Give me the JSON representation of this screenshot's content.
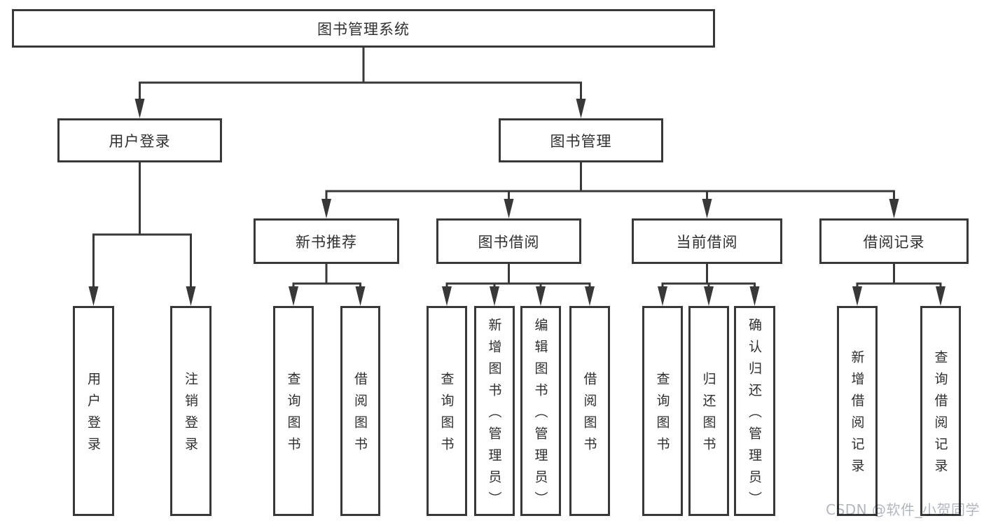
{
  "diagram": {
    "type": "tree",
    "tree": {
      "label": "图书管理系统",
      "children": [
        {
          "label": "用户登录",
          "children": [
            {
              "label": "用户登录"
            },
            {
              "label": "注销登录"
            }
          ]
        },
        {
          "label": "图书管理",
          "children": [
            {
              "label": "新书推荐",
              "children": [
                {
                  "label": "查询图书"
                },
                {
                  "label": "借阅图书"
                }
              ]
            },
            {
              "label": "图书借阅",
              "children": [
                {
                  "label": "查询图书"
                },
                {
                  "label": "新增图书（管理员）"
                },
                {
                  "label": "编辑图书（管理员）"
                },
                {
                  "label": "借阅图书"
                }
              ]
            },
            {
              "label": "当前借阅",
              "children": [
                {
                  "label": "查询图书"
                },
                {
                  "label": "归还图书"
                },
                {
                  "label": "确认归还（管理员）"
                }
              ]
            },
            {
              "label": "借阅记录",
              "children": [
                {
                  "label": "新增借阅记录"
                },
                {
                  "label": "查询借阅记录"
                }
              ]
            }
          ]
        }
      ]
    },
    "colors": {
      "line": "#383838",
      "text": "#2f2f2f",
      "background": "#ffffff",
      "watermark": "#b0b7c2"
    }
  },
  "watermark": {
    "text": "CSDN @软件_小贺同学"
  }
}
